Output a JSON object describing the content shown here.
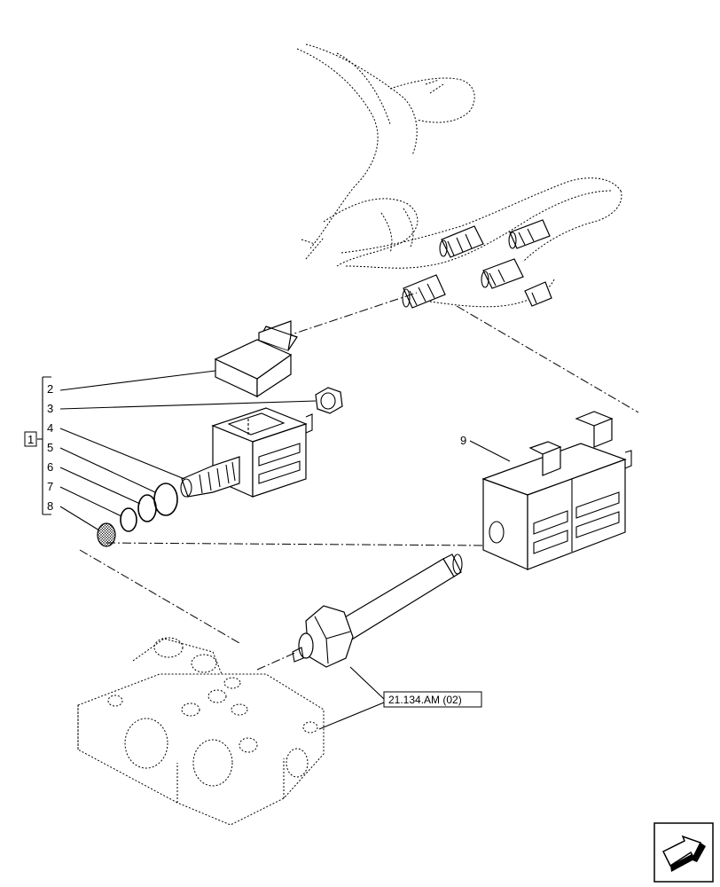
{
  "callouts": {
    "c1": "1",
    "c2": "2",
    "c3": "3",
    "c4": "4",
    "c5": "5",
    "c6": "6",
    "c7": "7",
    "c8": "8",
    "c9": "9"
  },
  "reference": "21.134.AM (02)",
  "icons": {
    "nav": "next-page-arrow-icon"
  }
}
